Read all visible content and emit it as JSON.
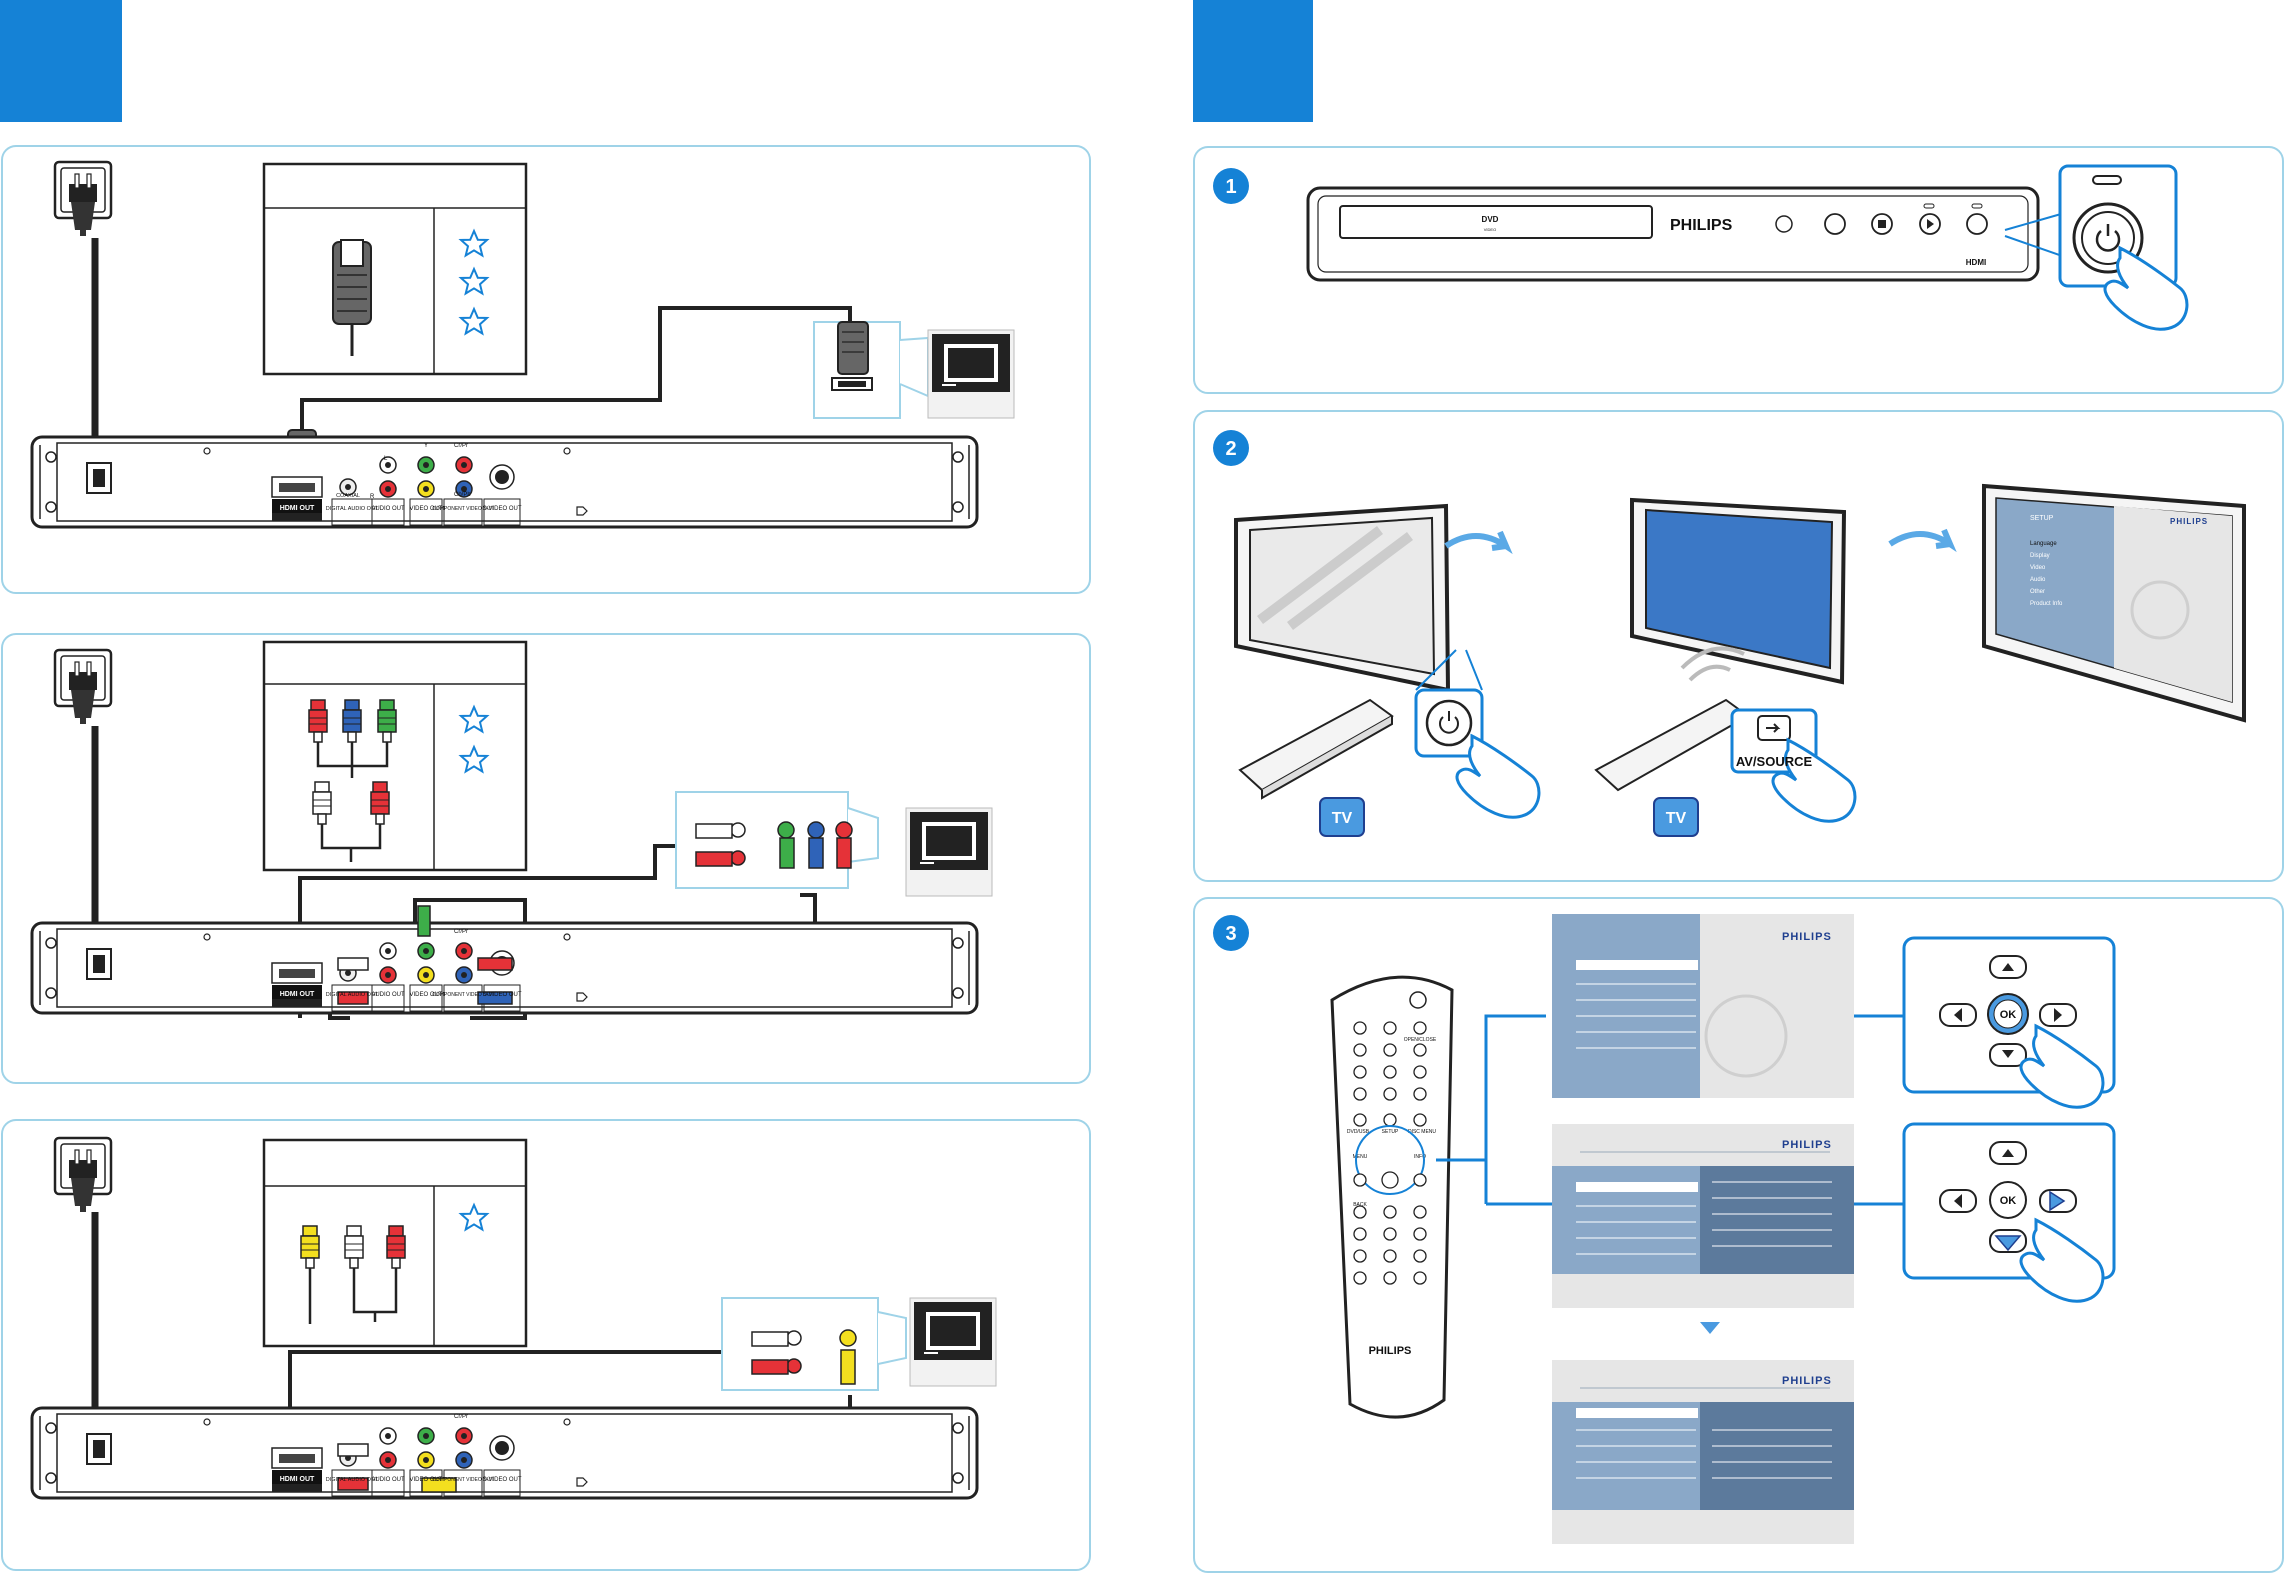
{
  "colors": {
    "accent_blue": "#1582d6",
    "panel_border": "#9fd3e8",
    "menu_blue": "#8aa8c8",
    "menu_dark": "#5c7a9c",
    "brand_blue": "#1f3f8f",
    "tv_screen_blue": "#3b78c6"
  },
  "step_numbers": [
    "1",
    "2",
    "3"
  ],
  "player_back": {
    "jacks": {
      "hdmi_out": "HDMI OUT",
      "coaxial": "COAXIAL",
      "digital_audio_out": "DIGITAL\nAUDIO OUT",
      "audio_out": "AUDIO\nOUT",
      "video_out": "VIDEO\nOUT",
      "component_video_out": "COMPONENT\nVIDEO OUT",
      "s_video_out": "S-VIDEO\nOUT",
      "l": "L",
      "r": "R",
      "y": "Y",
      "cb_pb": "Cb/Pb",
      "cr_pr": "Cr/Pr"
    }
  },
  "player_front": {
    "brand": "PHILIPS",
    "dvd_logo": "DVD",
    "dvd_sub": "VIDEO",
    "hdmi_logo": "HDMI"
  },
  "tv_buttons": {
    "tv_badge": "TV",
    "av_source": "AV/SOURCE"
  },
  "setup_screen": {
    "title": "SETUP",
    "brand": "PHILIPS",
    "items": [
      "Language",
      "Display",
      "Video",
      "Audio",
      "Other",
      "Product Info"
    ]
  },
  "remote": {
    "brand": "PHILIPS",
    "open_close": "OPEN/CLOSE",
    "dvd_label": "DVD/USB",
    "setup": "SETUP",
    "disc_menu": "DISC MENU",
    "menu": "MENU",
    "info": "INFO",
    "back": "BACK",
    "ok": "OK"
  },
  "nav_pad": {
    "ok": "OK"
  }
}
